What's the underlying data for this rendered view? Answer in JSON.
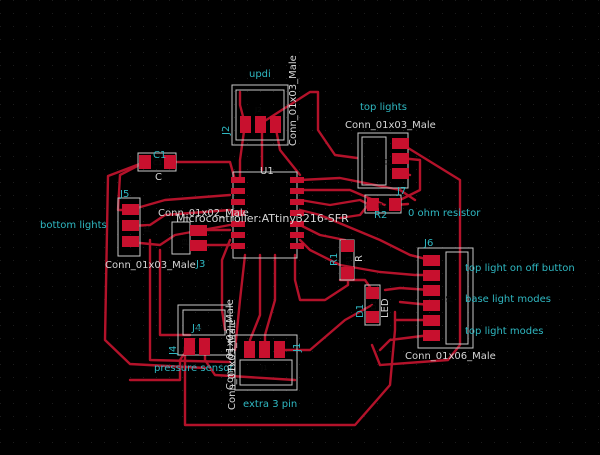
{
  "colors": {
    "background": "#000000",
    "grid_dot": "#1c1c1c",
    "copper": "#c8102e",
    "trace": "#b3122a",
    "silk_outline": "#c8c8c8",
    "cyan_text": "#2fb8c2",
    "body_text": "#d6d6d6"
  },
  "labels": {
    "updi": "updi",
    "top_lights": "top lights",
    "conn_01x03_top": "Conn_01x03_Male",
    "conn_01x03_updi_vert": "Conn_01x03_Male",
    "c1_ref": "C1",
    "c1_val": "C",
    "c1_pad": "C1",
    "u1_ref": "U1",
    "u1_val": "Microcontroller:ATtiny3216-SFR",
    "j5_ref": "J5",
    "j5_val": "Conn_01x03_Male",
    "j5_pad": "J5",
    "j3_ref": "J3",
    "j3_pad": "J3",
    "j3_val": "Conn_01x02_Male",
    "bottom_lights": "bottom lights",
    "j2_ref": "J2",
    "j2_pad": "J2",
    "j7_ref": "J7",
    "j7_pad": "J7",
    "r2_ref": "R2",
    "r2_pad": "R2",
    "ohm": "0 ohm resistor",
    "r1_ref": "R1",
    "r1_pad": "R1",
    "d1_ref": "D1",
    "led": "LED",
    "j6_ref": "J6",
    "j6_pad": "J6",
    "j6_val": "Conn_01x06_Male",
    "top_light_onoff": "top light on off button",
    "base_light_modes": "base light modes",
    "top_light_modes": "top light modes",
    "j4_ref": "J4",
    "j4_pad": "J4",
    "j4_val": "Conn_01x02_Male",
    "pressure_sensor": "pressure sensor",
    "j1_ref": "J1",
    "j1_pad": "J1",
    "j1_val": "Conn_01x03_Male",
    "extra_3pin": "extra 3 pin",
    "r1_val": "R",
    "d1_pad": "D1"
  }
}
